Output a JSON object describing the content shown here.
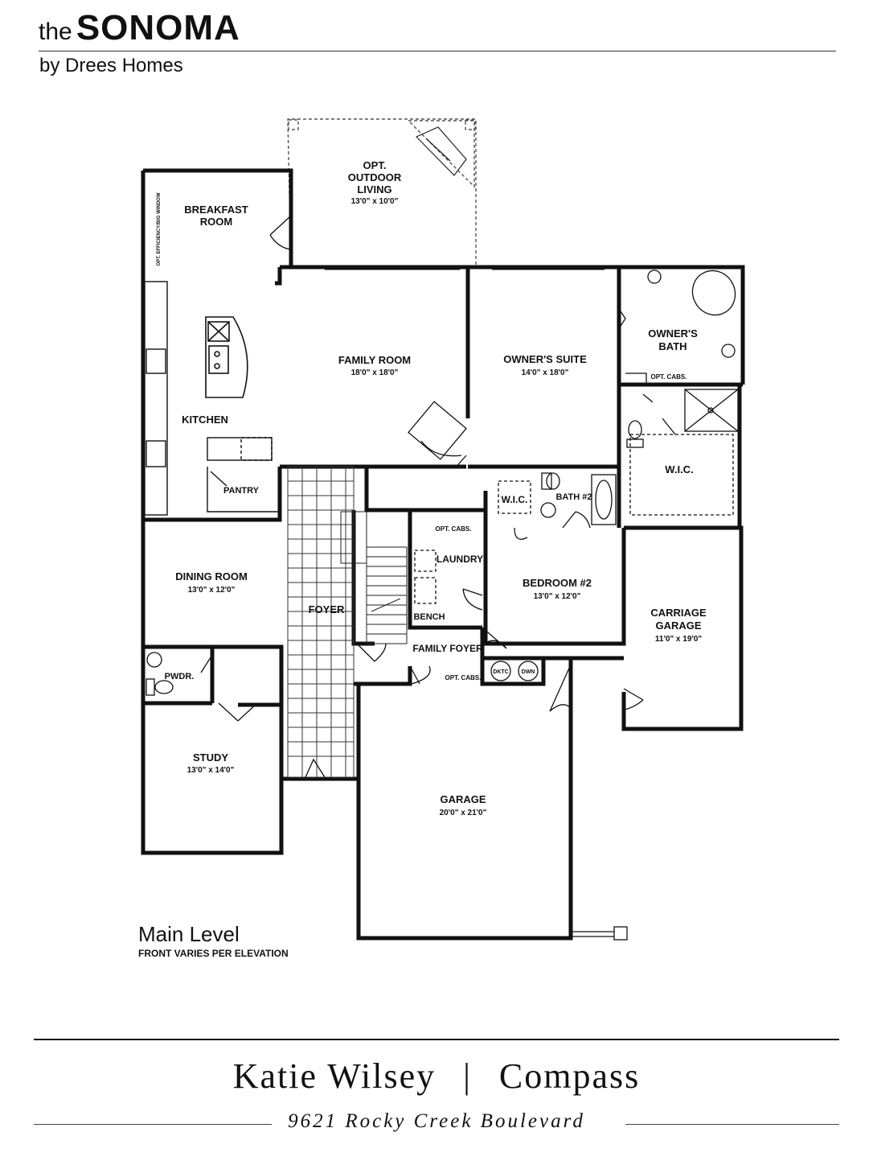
{
  "header": {
    "prefix": "the",
    "model": "SONOMA",
    "builder": "by Drees Homes"
  },
  "rooms": {
    "outdoor": {
      "line1": "OPT.",
      "line2": "OUTDOOR",
      "line3": "LIVING",
      "size": "13'0\" x 10'0\""
    },
    "breakfast": {
      "line1": "BREAKFAST",
      "line2": "ROOM"
    },
    "kitchen": {
      "name": "KITCHEN"
    },
    "family_room": {
      "name": "FAMILY ROOM",
      "size": "18'0\" x 18'0\""
    },
    "owners_suite": {
      "name": "OWNER'S SUITE",
      "size": "14'0\" x 18'0\""
    },
    "owners_bath": {
      "line1": "OWNER'S",
      "line2": "BATH"
    },
    "opt_cabs_bath": "OPT. CABS.",
    "wic_owner": "W.I.C.",
    "pantry": "PANTRY",
    "wic_bed2": "W.I.C.",
    "bath2": "BATH #2",
    "opt_cabs_laundry": "OPT. CABS.",
    "laundry": "LAUNDRY",
    "dining": {
      "name": "DINING ROOM",
      "size": "13'0\" x 12'0\""
    },
    "foyer": "FOYER",
    "bench": "BENCH",
    "family_foyer": "FAMILY FOYER",
    "opt_cabs_foyer": "OPT. CABS.",
    "dktc": "DKTC",
    "dwn": "DWN",
    "bedroom2": {
      "name": "BEDROOM #2",
      "size": "13'0\" x 12'0\""
    },
    "carriage": {
      "line1": "CARRIAGE",
      "line2": "GARAGE",
      "size": "11'0\" x 19'0\""
    },
    "powder": "PWDR.",
    "study": {
      "name": "STUDY",
      "size": "13'0\" x 14'0\""
    },
    "garage": {
      "name": "GARAGE",
      "size": "20'0\" x 21'0\""
    },
    "opt_vertical": "OPT. EFFICIENCY/BIG WINDOW"
  },
  "level": {
    "name": "Main Level",
    "note": "FRONT VARIES PER ELEVATION"
  },
  "footer": {
    "agent": "Katie Wilsey",
    "separator": "|",
    "brokerage": "Compass",
    "address": "9621 Rocky Creek Boulevard"
  }
}
